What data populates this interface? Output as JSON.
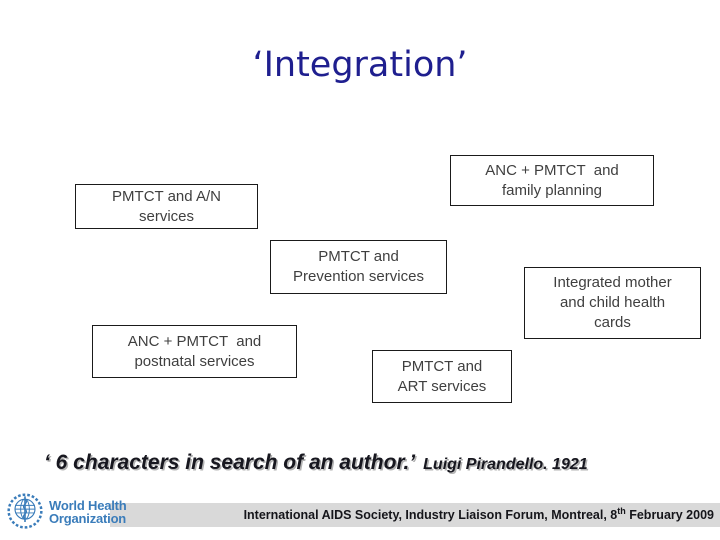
{
  "slide": {
    "title": "‘Integration’",
    "boxes": [
      {
        "label": "PMTCT and A/N\nservices"
      },
      {
        "label": "ANC + PMTCT  and\nfamily planning"
      },
      {
        "label": "PMTCT and\nPrevention services"
      },
      {
        "label": "Integrated mother\nand child health\ncards"
      },
      {
        "label": "ANC + PMTCT  and\npostnatal services"
      },
      {
        "label": "PMTCT and\nART services"
      }
    ],
    "quote": {
      "text": "‘ 6 characters in search of an author.’",
      "attribution": "Luigi Pirandello. 1921"
    },
    "footer": {
      "text_before_sup": "International AIDS Society, Industry Liaison Forum, Montreal, 8",
      "sup": "th",
      "text_after_sup": " February 2009"
    },
    "logo": {
      "org_name": "World Health\nOrganization"
    },
    "colors": {
      "title_color": "#1f1f8f",
      "box_border": "#1a1a1a",
      "box_text": "#3f3f3f",
      "who_blue": "#3a7cba",
      "footer_bar": "#d9d9d9"
    }
  }
}
